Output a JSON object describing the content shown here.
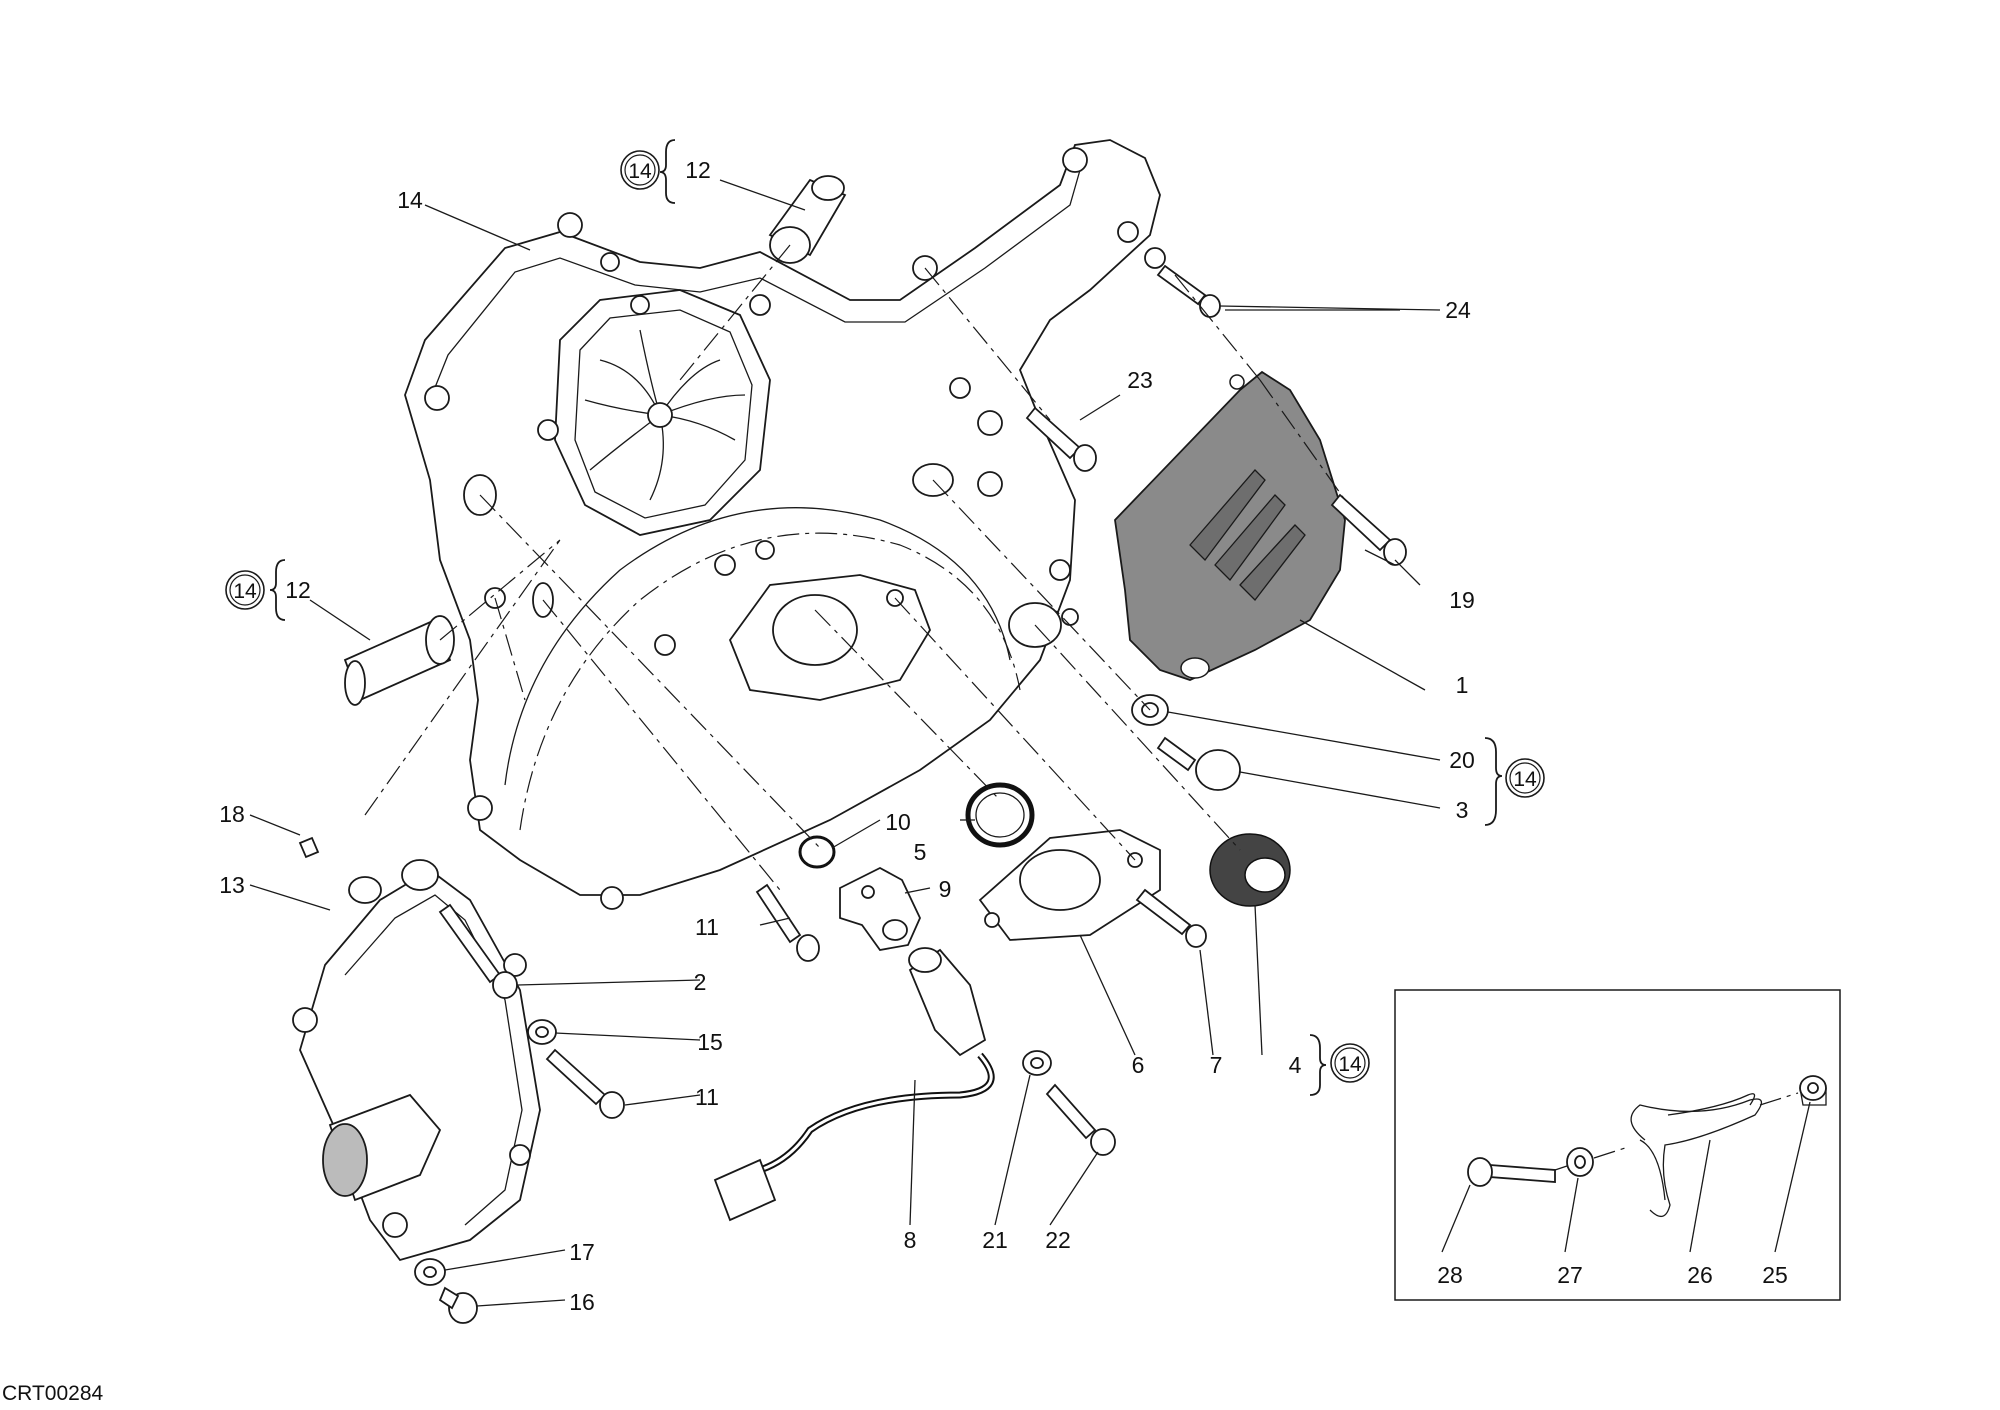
{
  "drawing_code": "CRT00284",
  "callouts": {
    "c1": "1",
    "c2": "2",
    "c3": "3",
    "c4": "4",
    "c5": "5",
    "c6": "6",
    "c7": "7",
    "c8": "8",
    "c9": "9",
    "c10": "10",
    "c11a": "11",
    "c11b": "11",
    "c12a": "12",
    "c12b": "12",
    "c13": "13",
    "c14": "14",
    "c15": "15",
    "c16": "16",
    "c17": "17",
    "c18": "18",
    "c19": "19",
    "c20": "20",
    "c21": "21",
    "c22": "22",
    "c23": "23",
    "c24": "24",
    "c25": "25",
    "c26": "26",
    "c27": "27",
    "c28": "28"
  },
  "circled_refs": {
    "r1": "14",
    "r2": "14",
    "r3": "14",
    "r4": "14"
  },
  "colors": {
    "line": "#1a1a1a",
    "shade": "#8a8a8a",
    "background": "#ffffff"
  }
}
